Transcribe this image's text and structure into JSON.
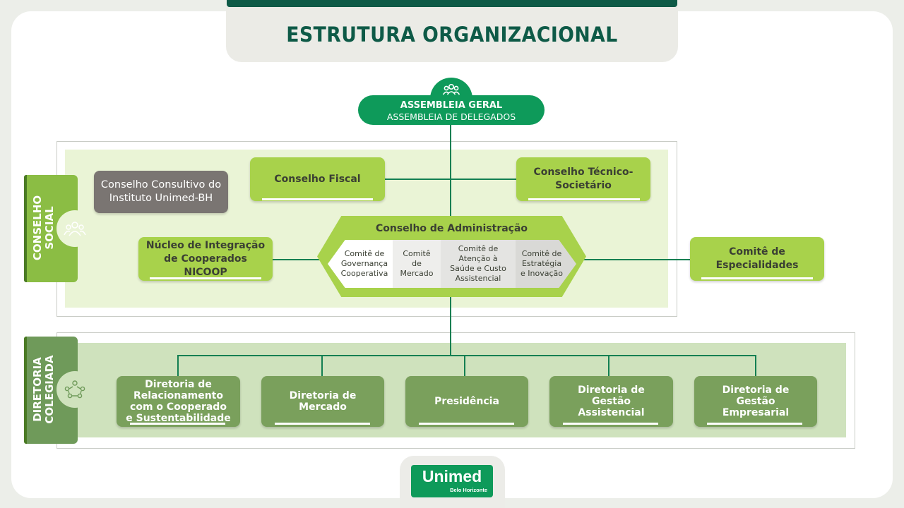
{
  "header": {
    "title": "ESTRUTURA ORGANIZACIONAL"
  },
  "assembleia": {
    "line1": "ASSEMBLEIA GERAL",
    "line2": "ASSEMBLEIA DE DELEGADOS",
    "icon": "people-group-icon"
  },
  "conselho_social": {
    "label": [
      "CONSELHO",
      "SOCIAL"
    ],
    "icon": "people-circle-icon",
    "consultivo": "Conselho Consultivo do Instituto Unimed-BH",
    "fiscal": "Conselho Fiscal",
    "tecnico": "Conselho Técnico-Societário",
    "nicoop": "Núcleo de Integração de Cooperados NICOOP",
    "especialidades": "Comitê de Especialidades",
    "administracao": {
      "title": "Conselho de Administração",
      "comites": [
        "Comitê de Governança Cooperativa",
        "Comitê de Mercado",
        "Comitê de Atenção à Saúde e Custo Assistencial",
        "Comitê de Estratégia e Inovação"
      ]
    }
  },
  "diretoria_colegiada": {
    "label": [
      "DIRETORIA",
      "COLEGIADA"
    ],
    "icon": "team-network-icon",
    "boxes": [
      "Diretoria de Relacionamento com o Cooperado e Sustentabilidade",
      "Diretoria de Mercado",
      "Presidência",
      "Diretoria de Gestão Assistencial",
      "Diretoria de Gestão Empresarial"
    ]
  },
  "logo": {
    "brand": "Unimed",
    "sub": "Belo Horizonte"
  },
  "colors": {
    "dark_green": "#0e5a47",
    "brand_green": "#0e9a5a",
    "lime": "#a8d24b",
    "olive": "#7aa05c",
    "gray": "#7a7572"
  }
}
